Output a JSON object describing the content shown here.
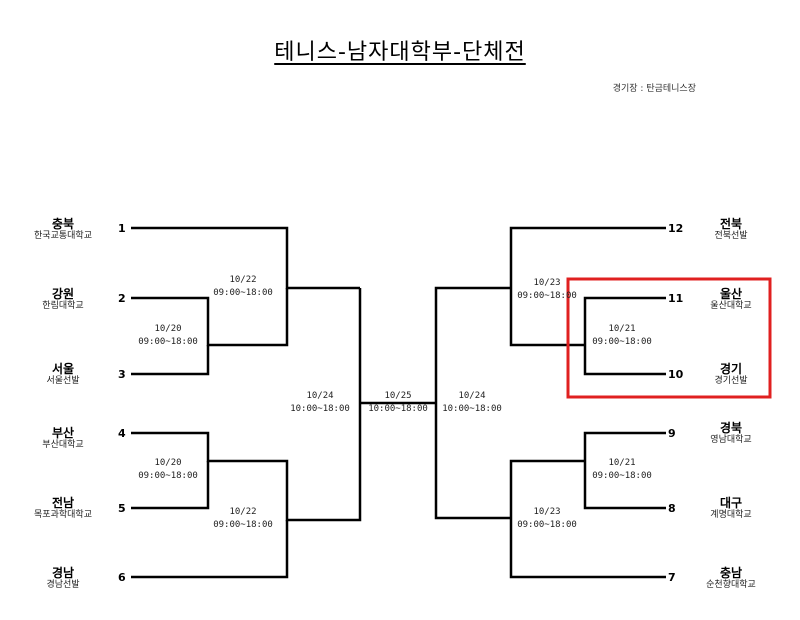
{
  "title": "테니스-남자대학부-단체전",
  "venue": "경기장 : 탄금테니스장",
  "left_teams": [
    {
      "seed": "1",
      "region": "충북",
      "school": "한국교통대학교"
    },
    {
      "seed": "2",
      "region": "강원",
      "school": "한림대학교"
    },
    {
      "seed": "3",
      "region": "서울",
      "school": "서울선발"
    },
    {
      "seed": "4",
      "region": "부산",
      "school": "부산대학교"
    },
    {
      "seed": "5",
      "region": "전남",
      "school": "목포과학대학교"
    },
    {
      "seed": "6",
      "region": "경남",
      "school": "경남선발"
    }
  ],
  "right_teams": [
    {
      "seed": "12",
      "region": "전북",
      "school": "전북선발"
    },
    {
      "seed": "11",
      "region": "울산",
      "school": "울산대학교"
    },
    {
      "seed": "10",
      "region": "경기",
      "school": "경기선발"
    },
    {
      "seed": "9",
      "region": "경북",
      "school": "영남대학교"
    },
    {
      "seed": "8",
      "region": "대구",
      "school": "계명대학교"
    },
    {
      "seed": "7",
      "region": "충남",
      "school": "순천향대학교"
    }
  ],
  "matches": {
    "l_r1_top": {
      "date": "10/20",
      "time": "09:00~18:00"
    },
    "l_qf_top": {
      "date": "10/22",
      "time": "09:00~18:00"
    },
    "l_r1_bot": {
      "date": "10/20",
      "time": "09:00~18:00"
    },
    "l_qf_bot": {
      "date": "10/22",
      "time": "09:00~18:00"
    },
    "l_sf": {
      "date": "10/24",
      "time": "10:00~18:00"
    },
    "final": {
      "date": "10/25",
      "time": "10:00~18:00"
    },
    "r_sf": {
      "date": "10/24",
      "time": "10:00~18:00"
    },
    "r_qf_top": {
      "date": "10/23",
      "time": "09:00~18:00"
    },
    "r_r1_top": {
      "date": "10/21",
      "time": "09:00~18:00"
    },
    "r_r1_bot": {
      "date": "10/21",
      "time": "09:00~18:00"
    },
    "r_qf_bot": {
      "date": "10/23",
      "time": "09:00~18:00"
    }
  },
  "colors": {
    "line": "#000000",
    "highlight": "#e02020"
  }
}
